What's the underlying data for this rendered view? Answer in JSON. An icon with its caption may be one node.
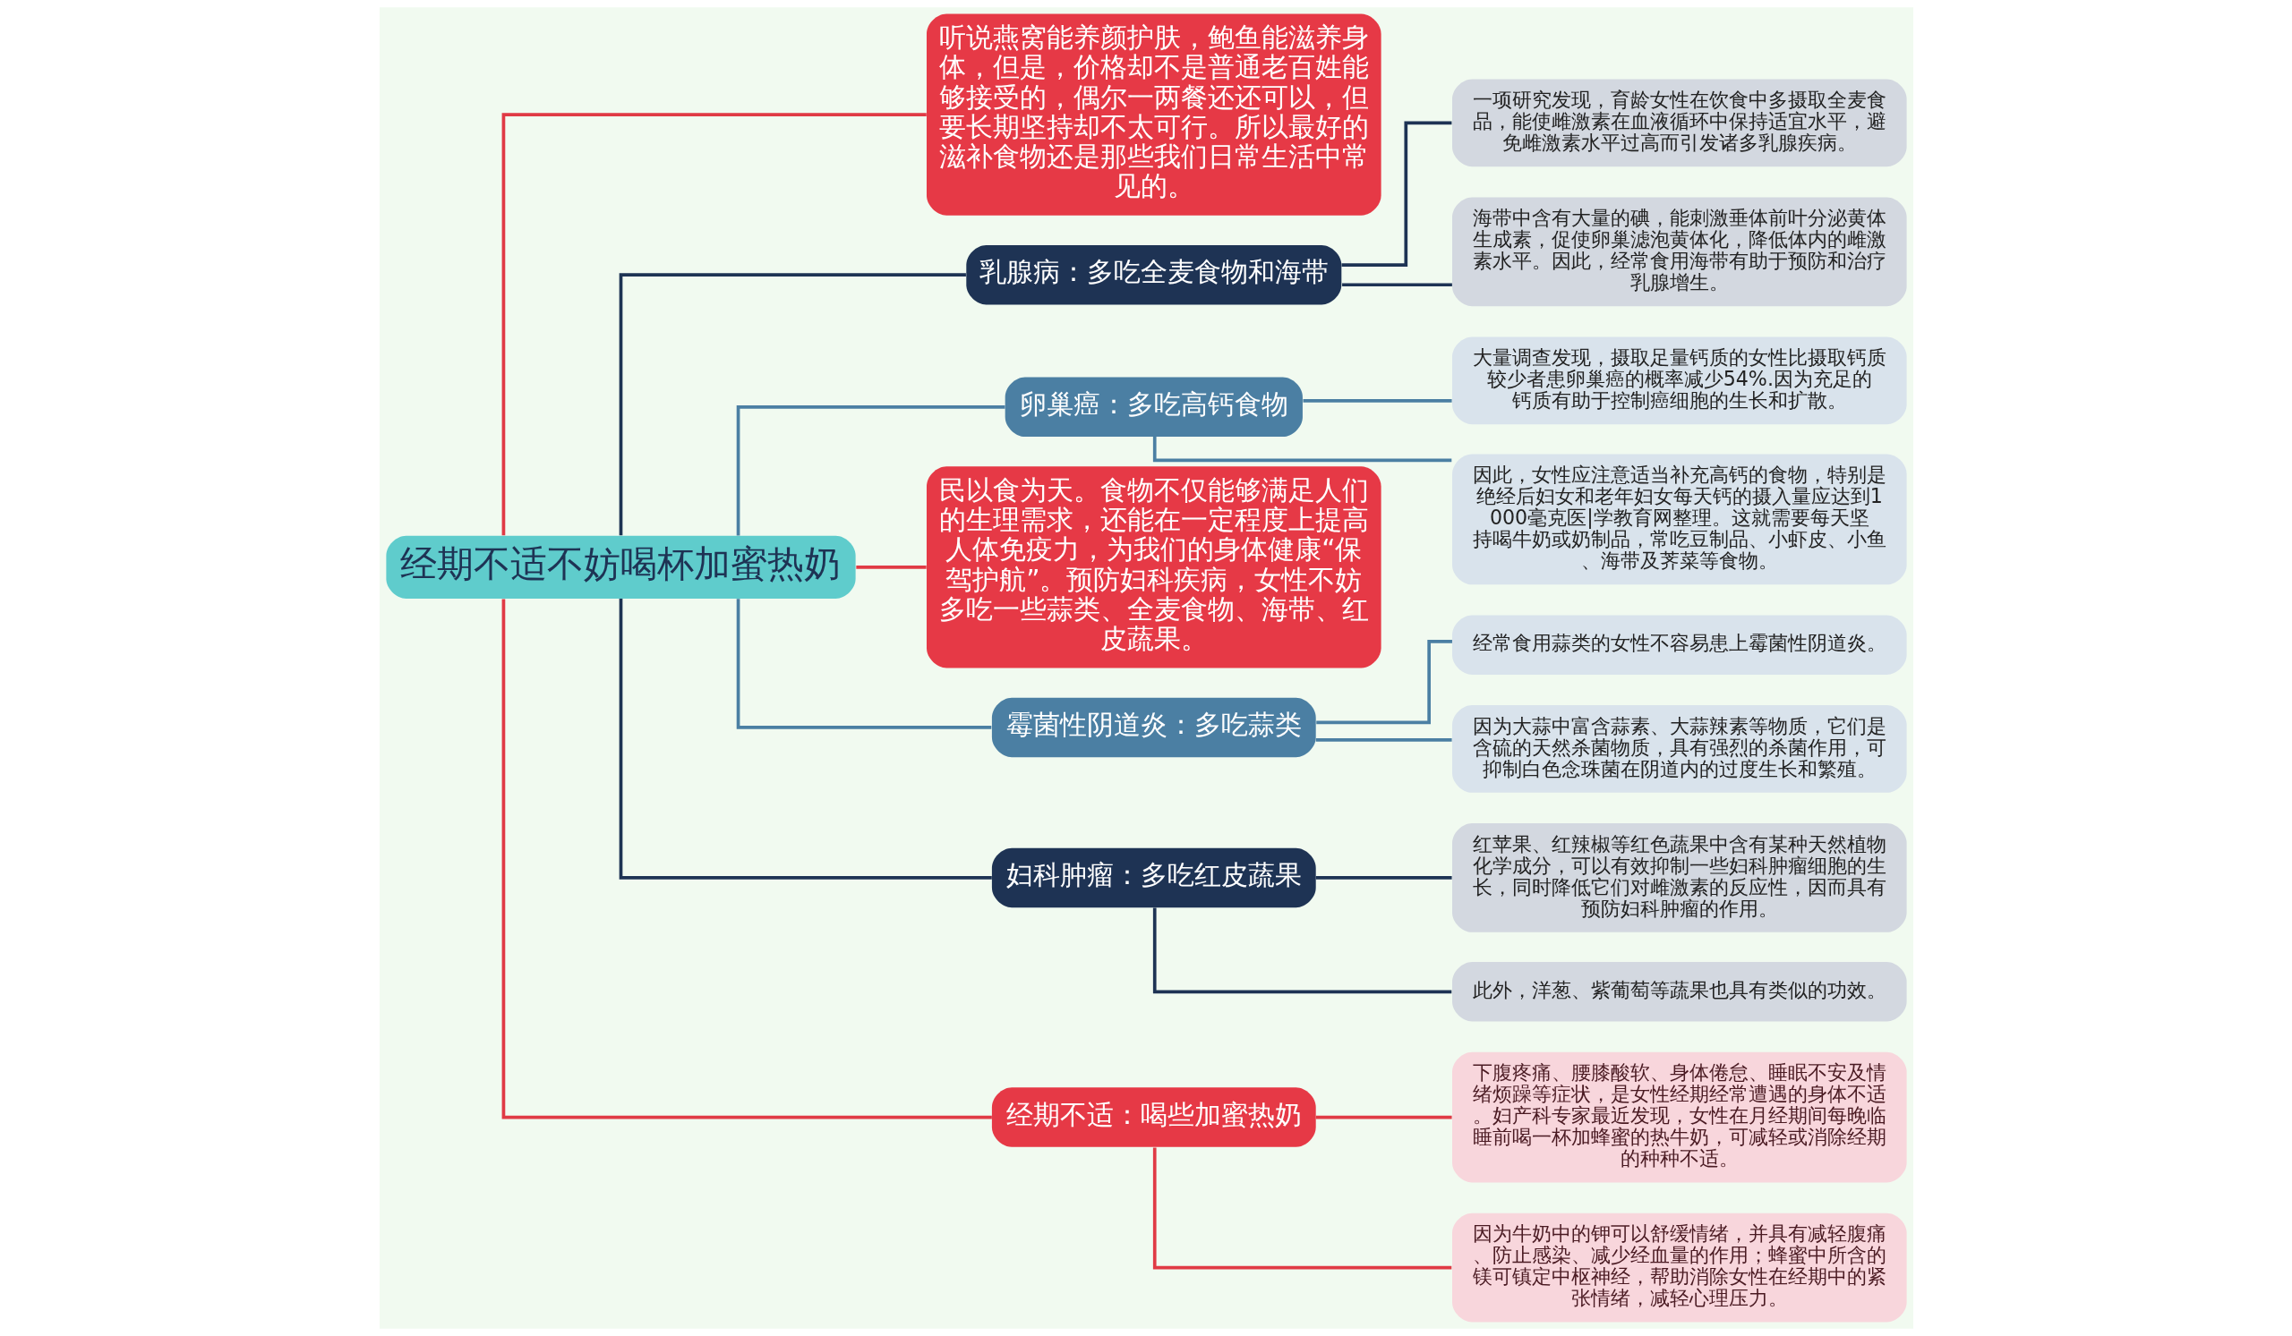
{
  "diagram": {
    "nodes": [
      {
        "text": [
          "经期不适不妨喝杯加蜜热奶"
        ]
      },
      {
        "text": [
          "听说燕窝能养颜护肤，鲍鱼能滋养身体，但是，价格却不是普通老百姓能够接受的，偶尔一两餐还还可以，但要长期坚持却不太可行。所以最好的滋补食物还是那些我们日常生活中常见的。"
        ]
      },
      {
        "text": [
          "乳腺病：多吃全麦食物和海带"
        ]
      },
      {
        "text": [
          "一项研究发现，育龄女性在饮食中多摄取全麦食品，能使雌激素在血液循环中保持适宜水平，避免雌激素水平过高而引发诸多乳腺疾病。"
        ]
      },
      {
        "text": [
          "海带中含有大量的碘，能刺激垂体前叶分泌黄体生成素，促使卵巢滤泡黄体化，降低体内的雌激素水平。因此，经常食用海带有助于预防和治疗乳腺增生。"
        ]
      },
      {
        "text": [
          "卵巢癌：多吃高钙食物"
        ]
      },
      {
        "text": [
          "大量调查发现，摄取足量钙质的女性比摄取钙质较少者患卵巢癌的概率减少54%.因为充足的钙质有助于控制癌细胞的生长和扩散。"
        ]
      },
      {
        "text": [
          "因此，女性应注意适当补充高钙的食物，特别是绝经后妇女和老年妇女每天钙的摄入量应达到1000毫克医|学教育网整理。这就需要每天坚持喝牛奶或奶制品，常吃豆制品、小虾皮、小鱼、海带及荠菜等食物。"
        ]
      },
      {
        "text": [
          "民以食为天。食物不仅能够满足人们的生理需求，还能在一定程度上提高人体免疫力，为我们的身体健康“保驾护航”。预防妇科疾病，女性不妨多吃一些蒜类、全麦食物、海带、红皮蔬果。"
        ]
      },
      {
        "text": [
          "霉菌性阴道炎：多吃蒜类"
        ]
      },
      {
        "text": [
          "经常食用蒜类的女性不容易患上霉菌性阴道炎。"
        ]
      },
      {
        "text": [
          "因为大蒜中富含蒜素、大蒜辣素等物质，它们是含硫的天然杀菌物质，具有强烈的杀菌作用，可抑制白色念珠菌在阴道内的过度生长和繁殖。"
        ]
      },
      {
        "text": [
          "妇科肿瘤：多吃红皮蔬果"
        ]
      },
      {
        "text": [
          "红苹果、红辣椒等红色蔬果中含有某种天然植物化学成分，可以有效抑制一些妇科肿瘤细胞的生长，同时降低它们对雌激素的反应性，因而具有预防妇科肿瘤的作用。"
        ]
      },
      {
        "text": [
          "此外，洋葱、紫葡萄等蔬果也具有类似的功效。"
        ]
      },
      {
        "text": [
          "经期不适：喝些加蜜热奶"
        ]
      },
      {
        "text": [
          "下腹疼痛、腰膝酸软、身体倦怠、睡眠不安及情绪烦躁等症状，是女性经期经常遭遇的身体不适。妇产科专家最近发现，女性在月经期间每晚临睡前喝一杯加蜂蜜的热牛奶，可减轻或消除经期的种种不适。"
        ]
      },
      {
        "text": [
          "因为牛奶中的钾可以舒缓情绪，并具有减轻腹痛、防止感染、减少经血量的作用；蜂蜜中所含的镁可镇定中枢神经，帮助消除女性在经期中的紧张情绪，减轻心理压力。"
        ]
      }
    ],
    "edges": [
      {
        "from": 0,
        "to": 1,
        "arrow": "none",
        "color": "#e03a45"
      },
      {
        "from": 0,
        "to": 2,
        "arrow": "none",
        "color": "#1e3354"
      },
      {
        "from": 2,
        "to": 3,
        "arrow": "none",
        "color": "#1e3354"
      },
      {
        "from": 2,
        "to": 4,
        "arrow": "none",
        "color": "#1e3354"
      },
      {
        "from": 0,
        "to": 5,
        "arrow": "none",
        "color": "#4b7fa3"
      },
      {
        "from": 5,
        "to": 6,
        "arrow": "none",
        "color": "#4b7fa3"
      },
      {
        "from": 5,
        "to": 7,
        "arrow": "none",
        "color": "#4b7fa3"
      },
      {
        "from": 0,
        "to": 8,
        "arrow": "none",
        "color": "#e03a45"
      },
      {
        "from": 0,
        "to": 9,
        "arrow": "none",
        "color": "#4b7fa3"
      },
      {
        "from": 9,
        "to": 10,
        "arrow": "none",
        "color": "#4b7fa3"
      },
      {
        "from": 9,
        "to": 11,
        "arrow": "none",
        "color": "#4b7fa3"
      },
      {
        "from": 0,
        "to": 12,
        "arrow": "none",
        "color": "#1e3354"
      },
      {
        "from": 12,
        "to": 13,
        "arrow": "none",
        "color": "#1e3354"
      },
      {
        "from": 12,
        "to": 14,
        "arrow": "none",
        "color": "#1e3354"
      },
      {
        "from": 0,
        "to": 15,
        "arrow": "none",
        "color": "#e03a45"
      },
      {
        "from": 15,
        "to": 16,
        "arrow": "none",
        "color": "#e03a45"
      },
      {
        "from": 15,
        "to": 17,
        "arrow": "none",
        "color": "#e03a45"
      }
    ]
  }
}
